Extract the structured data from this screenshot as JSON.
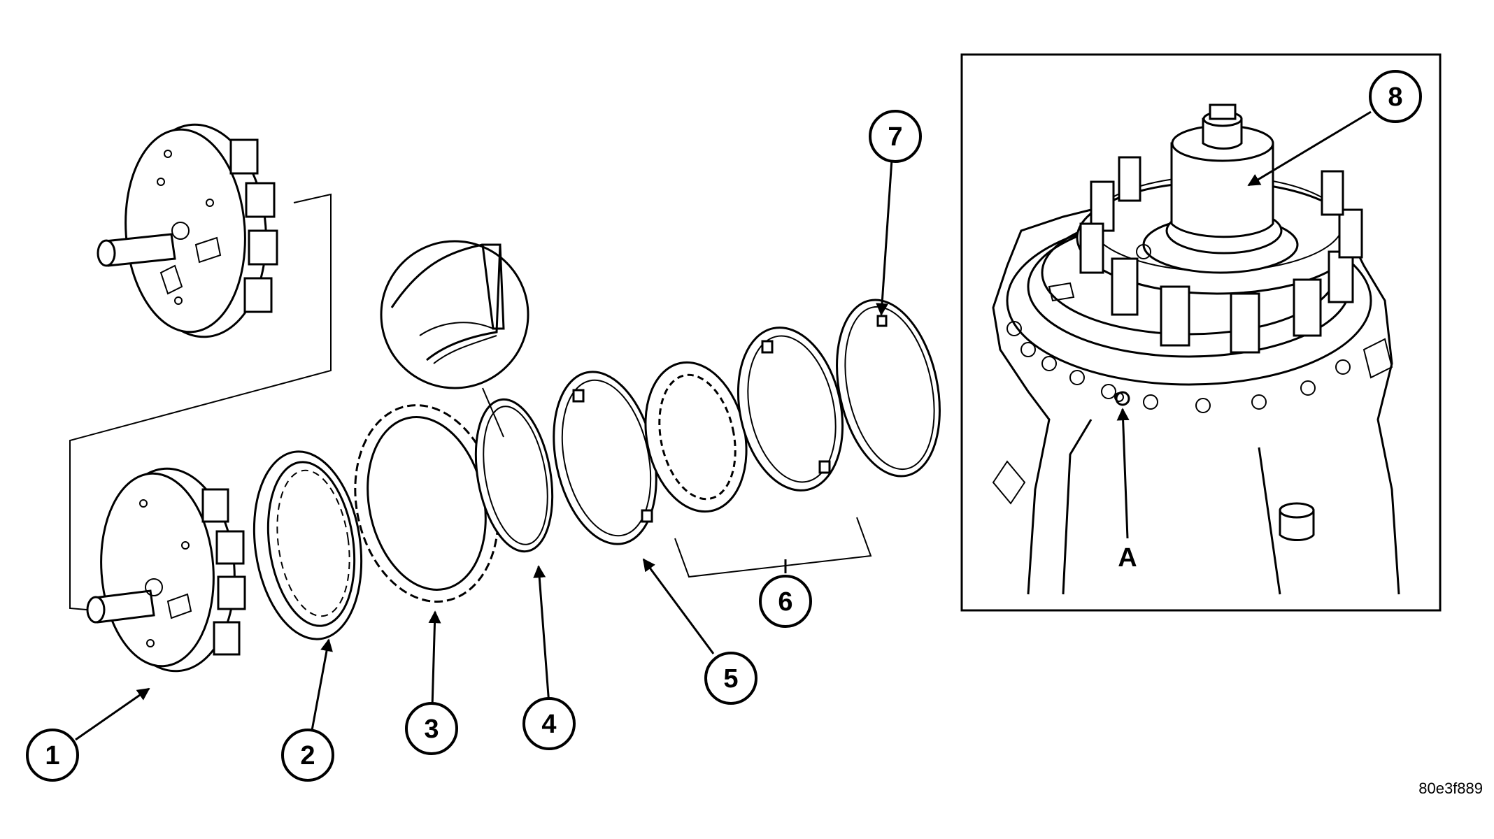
{
  "callouts": {
    "c1": "1",
    "c2": "2",
    "c3": "3",
    "c4": "4",
    "c5": "5",
    "c6": "6",
    "c7": "7",
    "c8": "8",
    "cA": "A"
  },
  "figure_code": "80e3f889"
}
